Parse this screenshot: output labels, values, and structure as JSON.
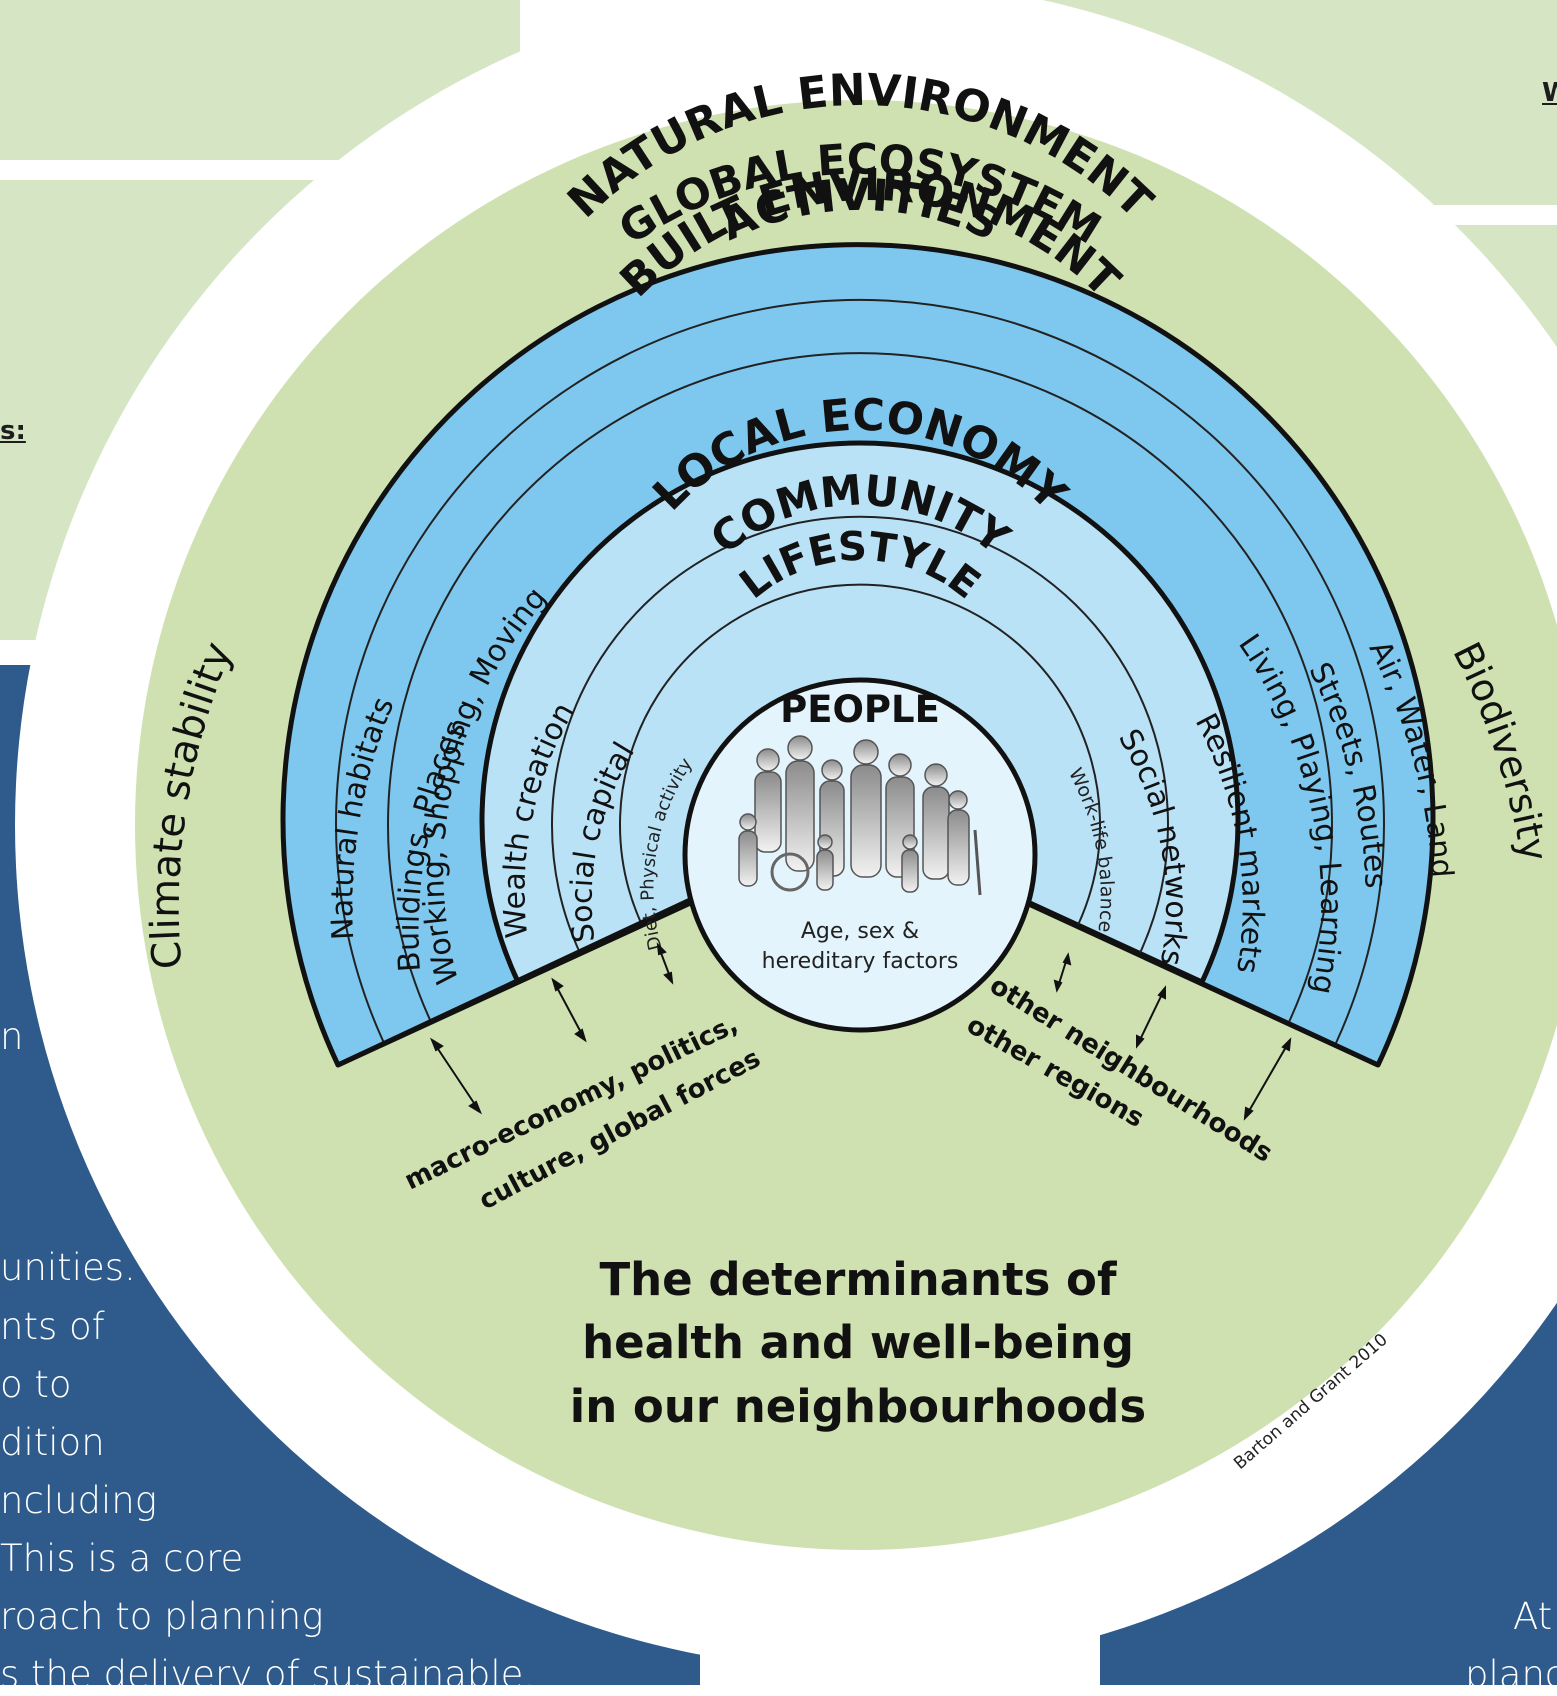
{
  "background": {
    "left_underlined_fragment": "s:",
    "right_underlined_fragment": "W",
    "left_text_lines": [
      "n",
      "unities.",
      "nts of",
      "o to",
      "dition",
      "ncluding",
      "This is a core",
      "roach to planning",
      "s the delivery of sustainable,"
    ],
    "right_text_lines": [
      "At",
      "planc"
    ]
  },
  "diagram": {
    "rings": {
      "global": "GLOBAL ECOSYSTEM",
      "natural": "NATURAL ENVIRONMENT",
      "built": "BUILT ENVIRONMENT",
      "activities": "ACTIVITIES",
      "economy": "LOCAL ECONOMY",
      "community": "COMMUNITY",
      "lifestyle": "LIFESTYLE"
    },
    "center": {
      "title": "PEOPLE",
      "subtitle_line1": "Age, sex &",
      "subtitle_line2": "hereditary factors"
    },
    "left_labels": {
      "climate": "Climate stability",
      "habitats": "Natural habitats",
      "buildings": "Buildings, Places",
      "working": "Working, Shopping, Moving",
      "wealth": "Wealth creation",
      "social_capital": "Social capital",
      "diet": "Diet, Physical activity"
    },
    "right_labels": {
      "biodiversity": "Biodiversity",
      "air": "Air, Water, Land",
      "streets": "Streets, Routes",
      "living": "Living, Playing, Learning",
      "markets": "Resilient markets",
      "networks": "Social networks",
      "worklife": "Work-life balance"
    },
    "bottom_left": {
      "line1": "macro-economy, politics,",
      "line2": "culture, global forces"
    },
    "bottom_right": {
      "line1": "other neighbourhoods",
      "line2": "other regions"
    },
    "caption": {
      "line1": "The determinants of",
      "line2": "health and well-being",
      "line3": "in our neighbourhoods"
    },
    "credit": "Barton and Grant 2010"
  },
  "colors": {
    "panel_green": "#d6e6c4",
    "panel_blue": "#2e5b8c",
    "wheel_green": "#cfe1b1",
    "outer_blue": "#7ec8ef",
    "inner_blue": "#b9e2f7",
    "center_blue": "#e4f4fc"
  }
}
